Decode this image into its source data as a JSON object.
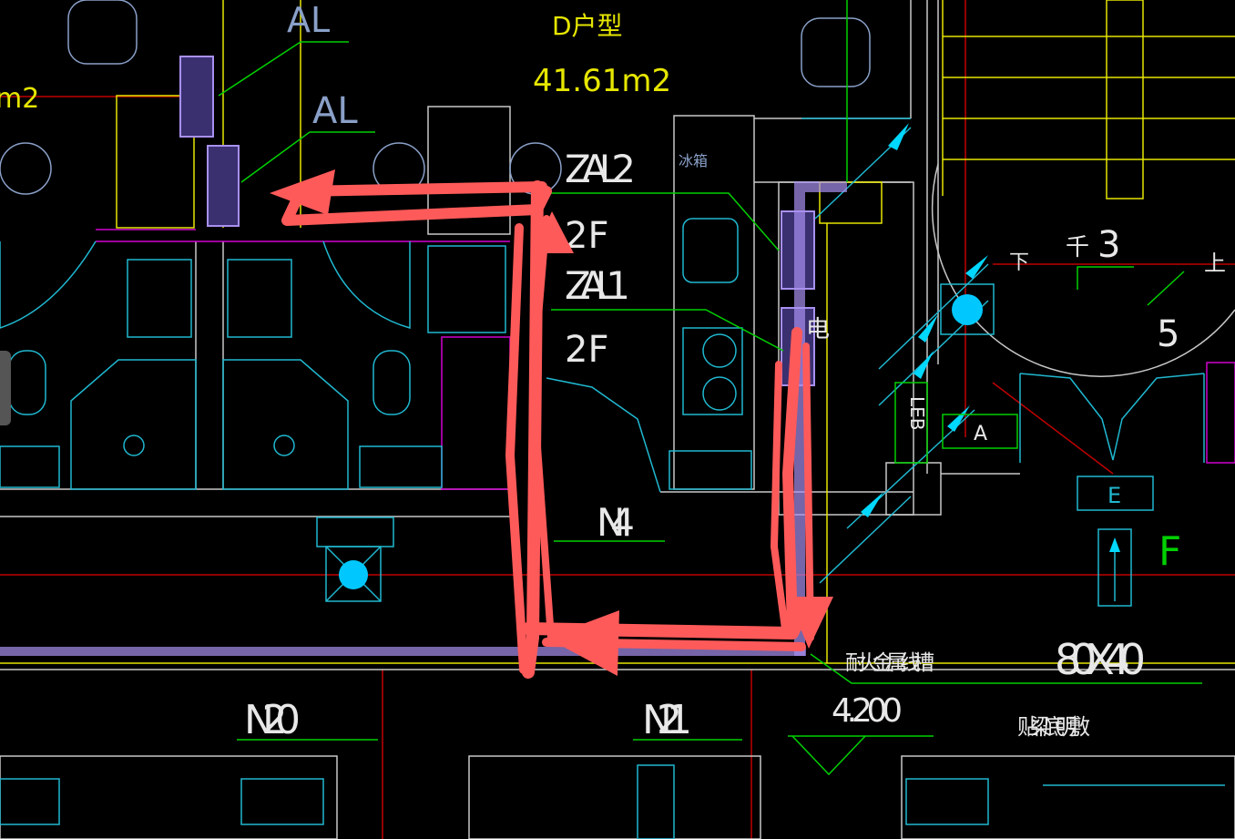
{
  "drawing": {
    "unit_title": "D户型",
    "unit_area": "41.61m2",
    "left_area_partial": "m2",
    "labels": {
      "al_top": "AL",
      "al": "AL",
      "zal2": "ZAL2",
      "floor_2f_a": "2F",
      "zal1": "ZAL1",
      "floor_2f_b": "2F",
      "fridge": "冰箱",
      "electric": "电",
      "down": "下",
      "stair_dry": "千",
      "stair_3": "3",
      "up": "上",
      "stair_5": "5",
      "leb": "LEB",
      "box_a": "A",
      "box_e": "E",
      "f_mark": "F",
      "n4": "N4",
      "n20": "N20",
      "n21": "N21",
      "trunking": "耐火金属线槽",
      "trunking_size": "80X40",
      "elevation": "4.200",
      "install_note": "贴梁底明敷"
    }
  },
  "colors": {
    "background": "#000000",
    "annotation": "#ff5a5a",
    "wall": "#c8c8c8",
    "cyan": "#20b8d0",
    "yellow": "#e6e600",
    "green": "#00d000",
    "magenta": "#d000d0",
    "red": "#c00000",
    "purple": "#a890f0"
  }
}
